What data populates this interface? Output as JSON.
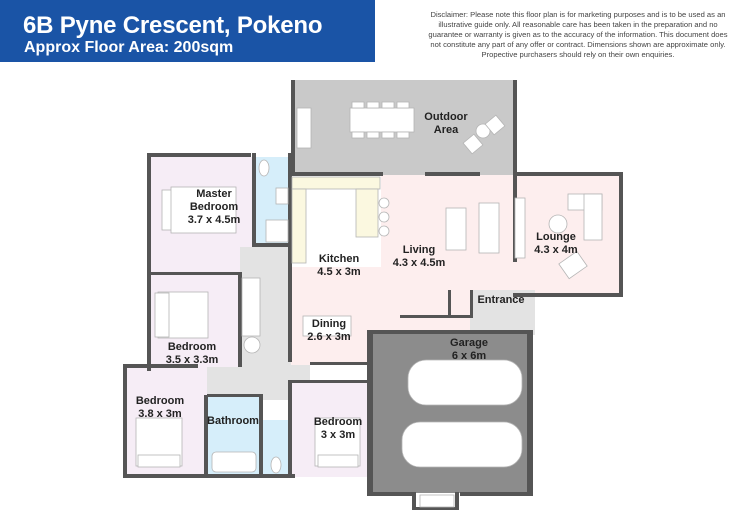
{
  "header": {
    "title": "6B Pyne Crescent, Pokeno",
    "subtitle": "Approx Floor Area: 200sqm",
    "background_color": "#1a54a6"
  },
  "disclaimer": "Disclaimer: Please note this floor plan is for marketing purposes and is to be used as an illustrative guide only. All reasonable care has been taken in the preparation and no guarantee or warranty is given as to the accuracy of the information. This document does not constitute any part of any offer or contract. Dimensions shown are approximate only. Propective purchasers should rely on their own enquiries.",
  "rooms": {
    "outdoor": {
      "name": "Outdoor",
      "name2": "Area",
      "color": "#c9c9c9"
    },
    "master_bedroom": {
      "name": "Master",
      "name2": "Bedroom",
      "size": "3.7 x 4.5m",
      "color": "#f7eef7"
    },
    "kitchen": {
      "name": "Kitchen",
      "size": "4.5 x 3m",
      "color": "#ffffff"
    },
    "living": {
      "name": "Living",
      "size": "4.3 x 4.5m",
      "color": "#fdeeee"
    },
    "lounge": {
      "name": "Lounge",
      "size": "4.3 x 4m",
      "color": "#fdeeee"
    },
    "entrance": {
      "name": "Entrance",
      "color": "#e3e3e3"
    },
    "dining": {
      "name": "Dining",
      "size": "2.6 x 3m"
    },
    "bedroom2": {
      "name": "Bedroom",
      "size": "3.5 x 3.3m",
      "color": "#f7eef7"
    },
    "garage": {
      "name": "Garage",
      "size": "6 x 6m",
      "color": "#8c8c8c"
    },
    "bedroom3": {
      "name": "Bedroom",
      "size": "3.8 x 3m",
      "color": "#f7eef7"
    },
    "bathroom": {
      "name": "Bathroom",
      "color": "#d6eefa"
    },
    "bedroom4": {
      "name": "Bedroom",
      "size": "3 x 3m",
      "color": "#f7eef7"
    },
    "ensuite": {
      "color": "#d6eefa"
    },
    "hallway": {
      "color": "#e3e3e3"
    }
  },
  "colors": {
    "wall": "#555555",
    "furniture": "#ffffff",
    "furniture_stroke": "#b5b5b5"
  }
}
